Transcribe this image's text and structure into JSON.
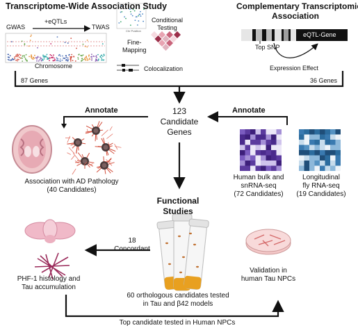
{
  "twas": {
    "title": "Transcriptome-Wide Association Study",
    "gwas_label": "GWAS",
    "eqtls_label": "+eQTLs",
    "twas_label": "TWAS",
    "chromosome_label": "Chromosome",
    "chr_position_label": "Chr Position",
    "conditional_testing_label": [
      "Conditional",
      "Testing"
    ],
    "fine_mapping_label": [
      "Fine-",
      "Mapping"
    ],
    "colocalization_label": "Colocalization",
    "genes_count": "87 Genes"
  },
  "cta": {
    "title": [
      "Complementary Transcriptomic",
      "Association"
    ],
    "eqtl_gene_label": "eQTL-Gene",
    "top_snp_label": "Top SNP",
    "expression_effect_label": "Expression Effect",
    "genes_count": "36 Genes"
  },
  "candidates": {
    "label": [
      "123",
      "Candidate",
      "Genes"
    ]
  },
  "annotate": {
    "left_label": "Annotate",
    "right_label": "Annotate"
  },
  "pathology": {
    "label": [
      "Association with AD Pathology",
      "(40 Candidates)"
    ]
  },
  "human_bulk": {
    "label": [
      "Human bulk and",
      "snRNA-seq",
      "(72 Candidates)"
    ]
  },
  "fly_rnaseq": {
    "label": [
      "Longitudinal",
      "fly RNA-seq",
      "(19 Candidates)"
    ]
  },
  "functional": {
    "title": [
      "Functional",
      "Studies"
    ],
    "orthologous_label": [
      "60 orthologous candidates tested",
      "in Tau and β42 models"
    ]
  },
  "concordant": {
    "label": [
      "18",
      "Concordant"
    ]
  },
  "phf1": {
    "label": [
      "PHF-1 histology and",
      "Tau accumulation"
    ]
  },
  "validation": {
    "label": [
      "Validation in",
      "human Tau NPCs"
    ]
  },
  "bottom": {
    "label": "Top candidate tested in Human NPCs"
  },
  "colors": {
    "line": "#111111",
    "heatmap_purple": "#5b3a9e",
    "heatmap_blue": "#2c6c9e",
    "vial_fluid": "#e8a020",
    "pathology_pink": "#d77a8a",
    "eqtl_bar": "#111111"
  }
}
